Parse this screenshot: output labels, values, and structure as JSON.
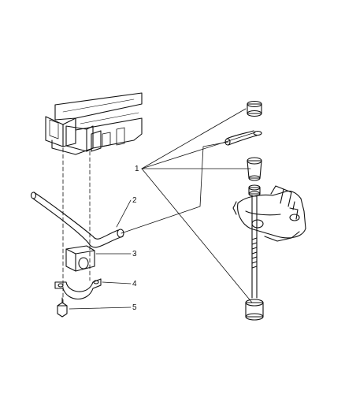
{
  "diagram": {
    "callouts": [
      {
        "id": "1",
        "label": "1"
      },
      {
        "id": "2",
        "label": "2"
      },
      {
        "id": "3",
        "label": "3"
      },
      {
        "id": "4",
        "label": "4"
      },
      {
        "id": "5",
        "label": "5"
      }
    ]
  },
  "colors": {
    "line": "#111111",
    "paper": "#ffffff"
  }
}
